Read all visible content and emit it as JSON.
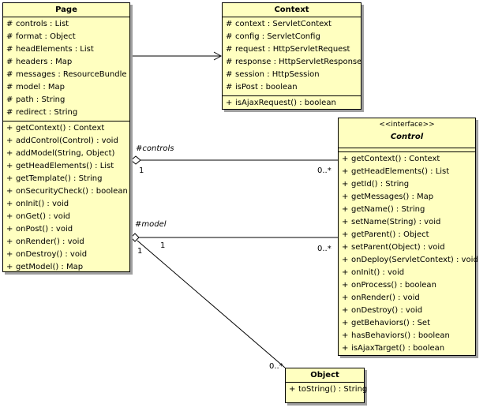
{
  "page_class": {
    "name": "Page",
    "attributes": [
      {
        "vis": "#",
        "text": "controls : List"
      },
      {
        "vis": "#",
        "text": "format : Object"
      },
      {
        "vis": "#",
        "text": "headElements : List"
      },
      {
        "vis": "#",
        "text": "headers : Map"
      },
      {
        "vis": "#",
        "text": "messages : ResourceBundle"
      },
      {
        "vis": "#",
        "text": "model : Map"
      },
      {
        "vis": "#",
        "text": "path : String"
      },
      {
        "vis": "#",
        "text": "redirect : String"
      }
    ],
    "operations": [
      {
        "vis": "+",
        "text": "getContext() : Context"
      },
      {
        "vis": "+",
        "text": "addControl(Control) : void"
      },
      {
        "vis": "+",
        "text": "addModel(String, Object)"
      },
      {
        "vis": "+",
        "text": "getHeadElements() : List"
      },
      {
        "vis": "+",
        "text": "getTemplate() : String"
      },
      {
        "vis": "+",
        "text": "onSecurityCheck() : boolean"
      },
      {
        "vis": "+",
        "text": "onInit() : void"
      },
      {
        "vis": "+",
        "text": "onGet() : void"
      },
      {
        "vis": "+",
        "text": "onPost() : void"
      },
      {
        "vis": "+",
        "text": "onRender() : void"
      },
      {
        "vis": "+",
        "text": "onDestroy() : void"
      },
      {
        "vis": "+",
        "text": "getModel() : Map"
      }
    ]
  },
  "context_class": {
    "name": "Context",
    "attributes": [
      {
        "vis": "#",
        "text": "context : ServletContext"
      },
      {
        "vis": "#",
        "text": "config : ServletConfig"
      },
      {
        "vis": "#",
        "text": "request : HttpServletRequest"
      },
      {
        "vis": "#",
        "text": "response : HttpServletResponse"
      },
      {
        "vis": "#",
        "text": "session : HttpSession"
      },
      {
        "vis": "#",
        "text": "isPost : boolean"
      }
    ],
    "operations": [
      {
        "vis": "+",
        "text": "isAjaxRequest() : boolean"
      }
    ]
  },
  "control_interface": {
    "stereotype": "<<interface>>",
    "name": "Control",
    "operations": [
      {
        "vis": "+",
        "text": "getContext() : Context"
      },
      {
        "vis": "+",
        "text": "getHeadElements() : List"
      },
      {
        "vis": "+",
        "text": "getId() : String"
      },
      {
        "vis": "+",
        "text": "getMessages() : Map"
      },
      {
        "vis": "+",
        "text": "getName() : String"
      },
      {
        "vis": "+",
        "text": "setName(String) : void"
      },
      {
        "vis": "+",
        "text": "getParent() : Object"
      },
      {
        "vis": "+",
        "text": "setParent(Object) : void"
      },
      {
        "vis": "+",
        "text": "onDeploy(ServletContext) : void"
      },
      {
        "vis": "+",
        "text": "onInit() : void"
      },
      {
        "vis": "+",
        "text": "onProcess() : boolean"
      },
      {
        "vis": "+",
        "text": "onRender() : void"
      },
      {
        "vis": "+",
        "text": "onDestroy() : void"
      },
      {
        "vis": "+",
        "text": "getBehaviors() : Set"
      },
      {
        "vis": "+",
        "text": "hasBehaviors() : boolean"
      },
      {
        "vis": "+",
        "text": "isAjaxTarget() : boolean"
      }
    ]
  },
  "object_class": {
    "name": "Object",
    "operations": [
      {
        "vis": "+",
        "text": "toString() : String"
      }
    ]
  },
  "associations": {
    "controls": {
      "role": "#controls",
      "source_mult": "1",
      "target_mult": "0..*"
    },
    "model_control": {
      "role": "#model",
      "source_mult": "1",
      "target_mult": "0..*"
    },
    "model_object": {
      "source_mult": "1",
      "target_mult": "0..*"
    }
  },
  "colors": {
    "class_fill": "#ffffc0",
    "shadow": "#a0a0a0",
    "line": "#000000"
  }
}
